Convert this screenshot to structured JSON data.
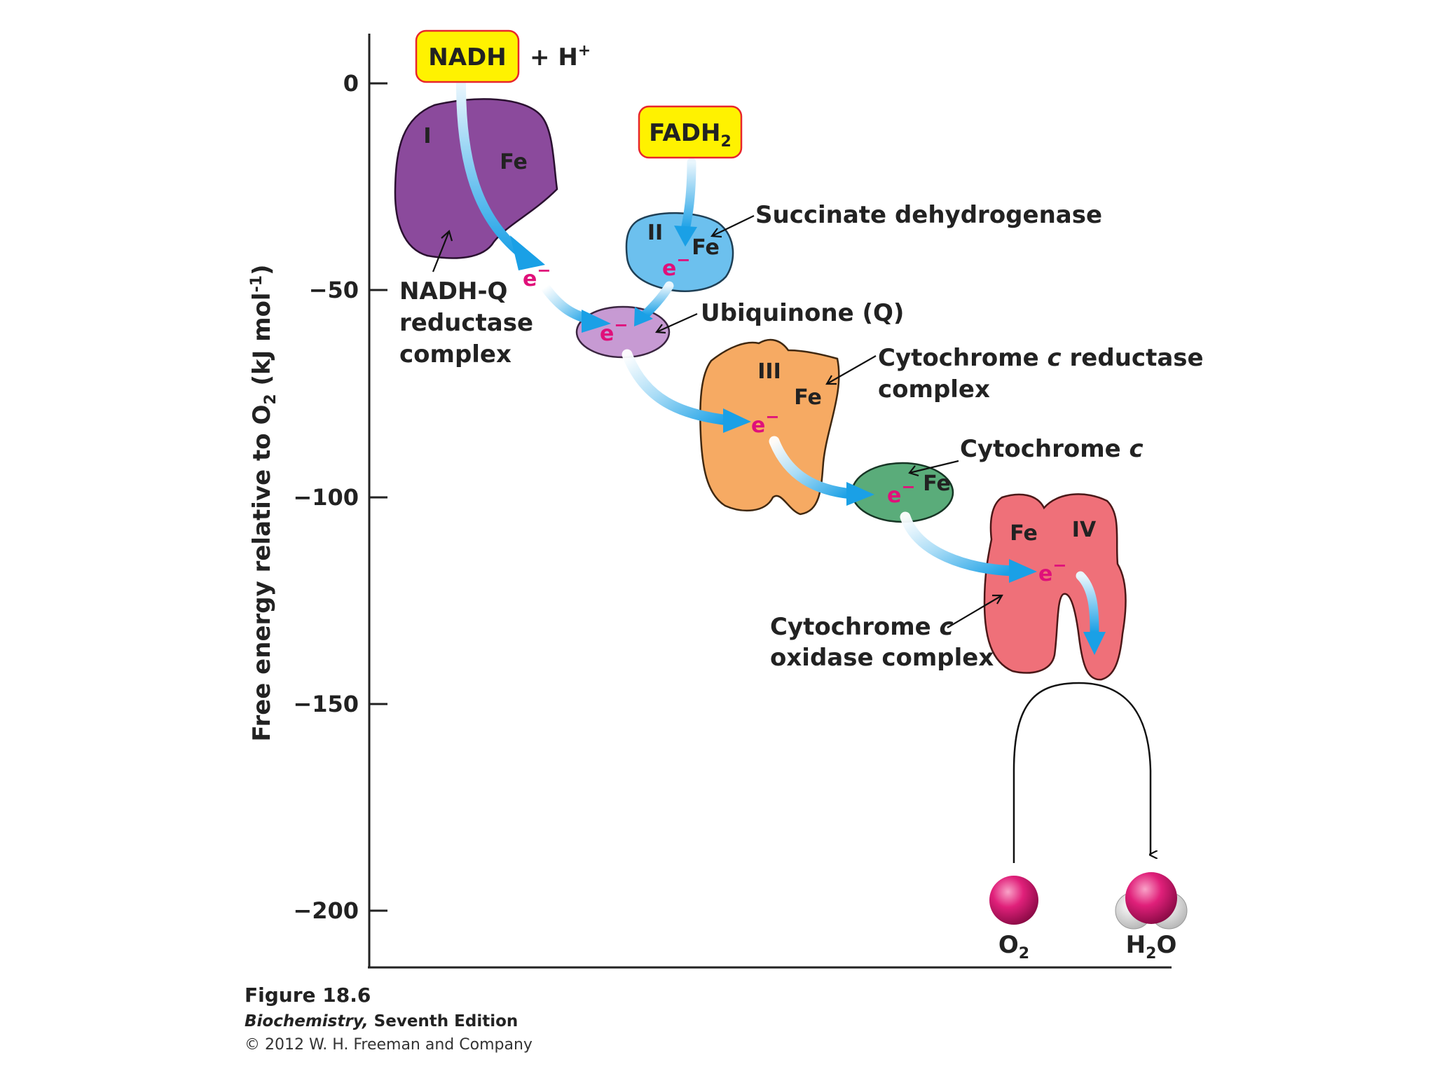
{
  "y_axis": {
    "label_main": "Free energy relative to O",
    "label_sub": "2",
    "label_unit": " (kJ mol",
    "label_unit_sup": "-1",
    "label_close": ")",
    "ticks": [
      "0",
      "−50",
      "−100",
      "−150",
      "−200"
    ]
  },
  "donors": {
    "nadh": "NADH",
    "nadh_partner": "+ H",
    "nadh_partner_sup": "+",
    "fadh_main": "FADH",
    "fadh_sub": "2"
  },
  "complexes": {
    "complex_i": {
      "roman": "I",
      "iron": "Fe",
      "label_line1": "NADH-Q",
      "label_line2": "reductase",
      "label_line3": "complex",
      "color": "#8b4a9c"
    },
    "complex_ii": {
      "roman": "II",
      "iron": "Fe",
      "label": "Succinate dehydrogenase",
      "color": "#6cc0ee"
    },
    "ubiquinone": {
      "label": "Ubiquinone (Q)",
      "color": "#c79ad3"
    },
    "complex_iii": {
      "roman": "III",
      "iron": "Fe",
      "label_line1_pre": "Cytochrome ",
      "label_line1_it": "c",
      "label_line1_post": " reductase",
      "label_line2": "complex",
      "color": "#f6aa63"
    },
    "cytochrome_c": {
      "iron": "Fe",
      "label_pre": "Cytochrome ",
      "label_it": "c",
      "color": "#5aac7a"
    },
    "complex_iv": {
      "roman": "IV",
      "iron": "Fe",
      "label_line1_pre": "Cytochrome ",
      "label_line1_it": "c",
      "label_line2": "oxidase complex",
      "color": "#ef7079"
    }
  },
  "electron": "e",
  "electron_charge": "−",
  "products": {
    "o2_main": "O",
    "o2_sub": "2",
    "h2o_main1": "H",
    "h2o_sub": "2",
    "h2o_main2": "O"
  },
  "caption": {
    "figure": "Figure 18.6",
    "book_title": "Biochemistry,",
    "edition": " Seventh Edition",
    "copyright": "© 2012 W. H. Freeman and Company"
  },
  "colors": {
    "arrow": "#29a7e8",
    "donor_box_fill": "#fff200",
    "donor_box_stroke": "#e8262c",
    "electron_text": "#e0107a",
    "molecule": "#d81b72"
  }
}
